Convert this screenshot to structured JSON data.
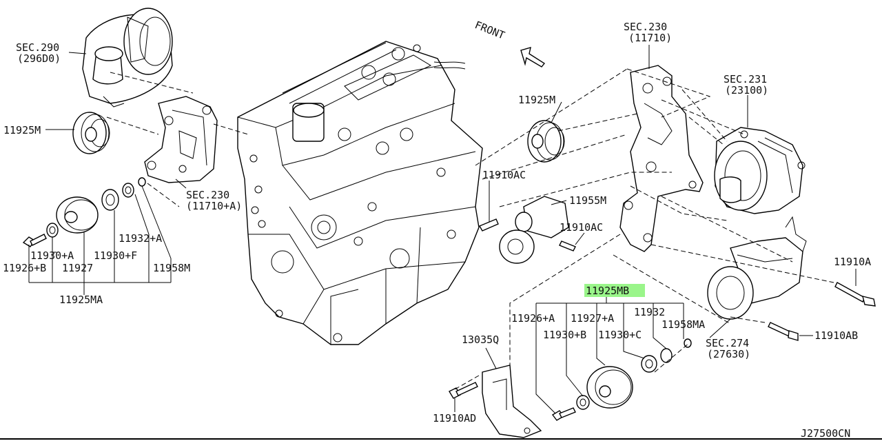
{
  "diagram_id": "J27500CN",
  "front_label": "FRONT",
  "highlight_color": "#9af58a",
  "labels": {
    "sec290": "SEC.290",
    "sec290_ref": "(296D0)",
    "p11925m_left": "11925M",
    "sec230_left": "SEC.230",
    "sec230_left_ref": "(11710+A)",
    "p11930a": "11930+A",
    "p11926b": "11926+B",
    "p11927": "11927",
    "p11930f": "11930+F",
    "p11932a": "11932+A",
    "p11958m": "11958M",
    "p11925ma": "11925MA",
    "sec230_right": "SEC.230",
    "sec230_right_ref": "(11710)",
    "sec231": "SEC.231",
    "sec231_ref": "(23100)",
    "p11925m_right": "11925M",
    "p11910ac_top": "11910AC",
    "p11955m": "11955M",
    "p11910ac_bottom": "11910AC",
    "p11925mb": "11925MB",
    "p11926a": "11926+A",
    "p11927a": "11927+A",
    "p11932": "11932",
    "p11958ma": "11958MA",
    "p11930b": "11930+B",
    "p11930c": "11930+C",
    "p13035q": "13035Q",
    "p11910ad": "11910AD",
    "p11910a": "11910A",
    "p11910ab": "11910AB",
    "sec274": "SEC.274",
    "sec274_ref": "(27630)"
  }
}
